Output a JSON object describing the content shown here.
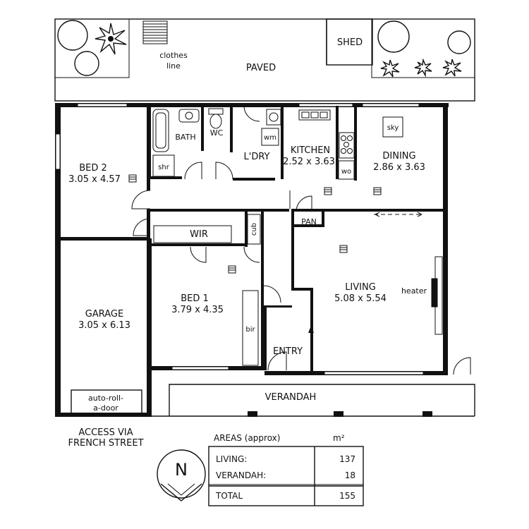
{
  "outdoor": {
    "clothes_line": [
      "clothes",
      "line"
    ],
    "paved": "PAVED",
    "shed": "SHED",
    "verandah": "VERANDAH",
    "access": [
      "ACCESS VIA",
      "FRENCH STREET"
    ]
  },
  "rooms": {
    "bed2": {
      "name": "BED 2",
      "size": "3.05 x 4.57"
    },
    "bath": "BATH",
    "shr": "shr",
    "wc": "WC",
    "ldry": "L'DRY",
    "wm": "wm",
    "kitchen": {
      "name": "KITCHEN",
      "size": "2.52 x 3.63"
    },
    "wo": "wo",
    "dining": {
      "name": "DINING",
      "size": "2.86 x 3.63"
    },
    "sky": "sky",
    "wir": "WIR",
    "cub": "cub",
    "pan": "PAN",
    "garage": {
      "name": "GARAGE",
      "size": "3.05 x 6.13"
    },
    "bed1": {
      "name": "BED 1",
      "size": "3.79 x 4.35"
    },
    "bir": "bir",
    "living": {
      "name": "LIVING",
      "size": "5.08 x 5.54"
    },
    "heater": "heater",
    "entry": "ENTRY",
    "garage_door": [
      "auto-roll-",
      "a-door"
    ]
  },
  "areas_table": {
    "title": "AREAS (approx)",
    "unit": "m²",
    "rows": [
      {
        "label": "LIVING:",
        "value": "137"
      },
      {
        "label": "VERANDAH:",
        "value": "18"
      }
    ],
    "total_label": "TOTAL",
    "total_value": "155"
  },
  "compass": {
    "letter": "N"
  }
}
